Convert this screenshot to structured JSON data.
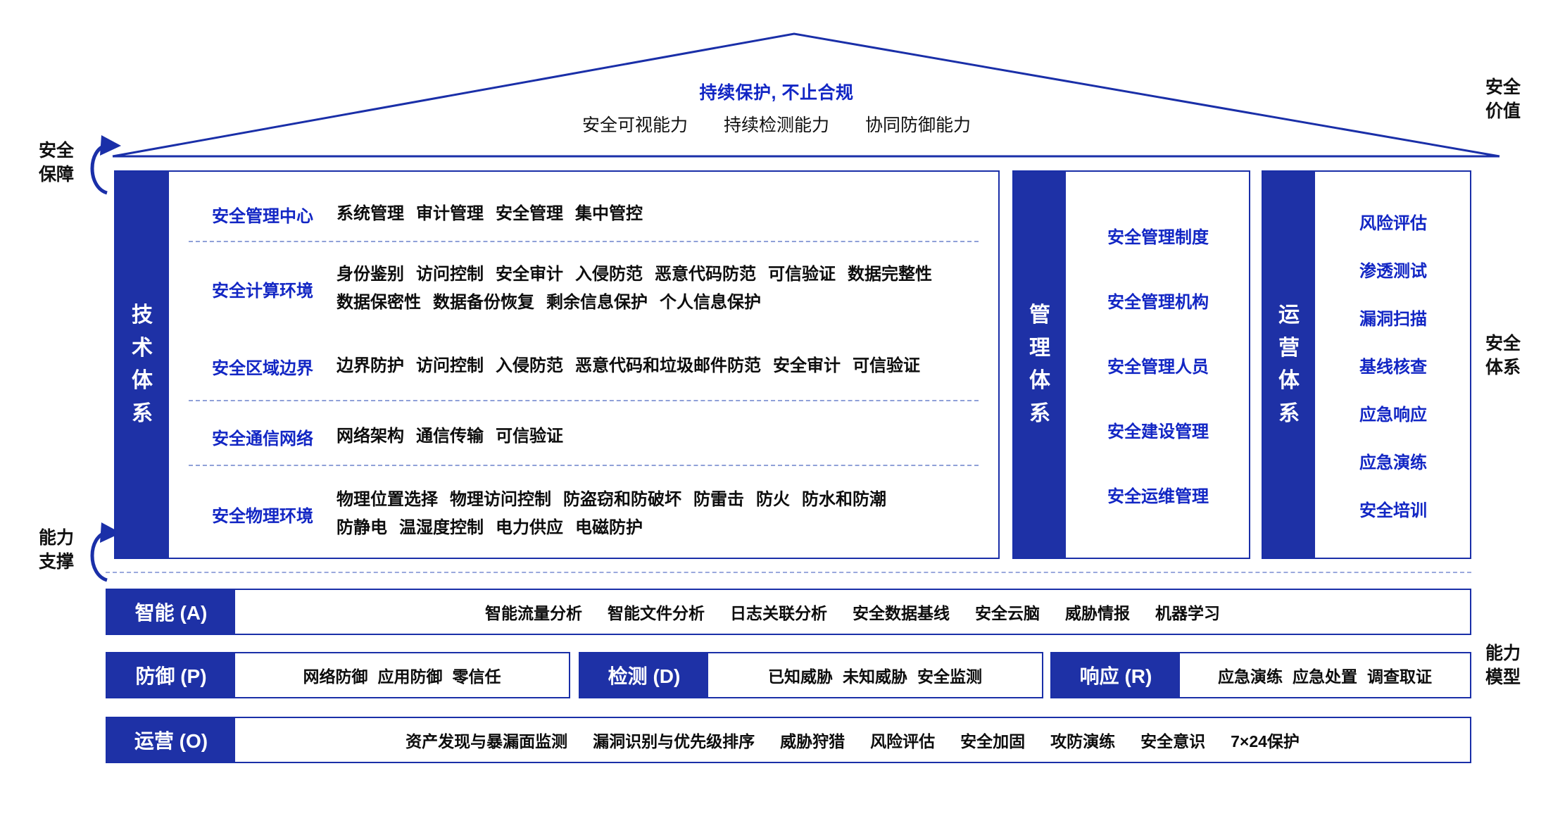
{
  "roof": {
    "title": "持续保护, 不止合规",
    "capabilities": [
      "安全可视能力",
      "持续检测能力",
      "协同防御能力"
    ]
  },
  "side_labels": {
    "security_guarantee": "安全\n保障",
    "capability_support": "能力\n支撑",
    "security_value": "安全\n价值",
    "security_system": "安全\n体系",
    "capability_model": "能力\n模型"
  },
  "technical_system": {
    "bar_label": "技术体系",
    "rows": [
      {
        "name": "安全管理中心",
        "lines": [
          [
            "系统管理",
            "审计管理",
            "安全管理",
            "集中管控"
          ]
        ]
      },
      {
        "name": "安全计算环境",
        "lines": [
          [
            "身份鉴别",
            "访问控制",
            "安全审计",
            "入侵防范",
            "恶意代码防范",
            "可信验证",
            "数据完整性"
          ],
          [
            "数据保密性",
            "数据备份恢复",
            "剩余信息保护",
            "个人信息保护"
          ]
        ]
      },
      {
        "name": "安全区域边界",
        "lines": [
          [
            "边界防护",
            "访问控制",
            "入侵防范",
            "恶意代码和垃圾邮件防范",
            "安全审计",
            "可信验证"
          ]
        ]
      },
      {
        "name": "安全通信网络",
        "lines": [
          [
            "网络架构",
            "通信传输",
            "可信验证"
          ]
        ]
      },
      {
        "name": "安全物理环境",
        "lines": [
          [
            "物理位置选择",
            "物理访问控制",
            "防盗窃和防破坏",
            "防雷击",
            "防火",
            "防水和防潮"
          ],
          [
            "防静电",
            "温湿度控制",
            "电力供应",
            "电磁防护"
          ]
        ]
      }
    ]
  },
  "management_system": {
    "bar_label": "管理体系",
    "items": [
      "安全管理制度",
      "安全管理机构",
      "安全管理人员",
      "安全建设管理",
      "安全运维管理"
    ]
  },
  "operation_system": {
    "bar_label": "运营体系",
    "items": [
      "风险评估",
      "渗透测试",
      "漏洞扫描",
      "基线核查",
      "应急响应",
      "应急演练",
      "安全培训"
    ]
  },
  "capability_model": {
    "rows": [
      {
        "tag": "智能 (A)",
        "items": [
          "智能流量分析",
          "智能文件分析",
          "日志关联分析",
          "安全数据基线",
          "安全云脑",
          "威胁情报",
          "机器学习"
        ]
      },
      {
        "tag": "防御 (P)",
        "items": [
          "网络防御",
          "应用防御",
          "零信任"
        ]
      },
      {
        "tag": "检测 (D)",
        "items": [
          "已知威胁",
          "未知威胁",
          "安全监测"
        ]
      },
      {
        "tag": "响应 (R)",
        "items": [
          "应急演练",
          "应急处置",
          "调查取证"
        ]
      },
      {
        "tag": "运营 (O)",
        "items": [
          "资产发现与暴漏面监测",
          "漏洞识别与优先级排序",
          "威胁狩猎",
          "风险评估",
          "安全加固",
          "攻防演练",
          "安全意识",
          "7×24保护"
        ]
      }
    ]
  },
  "colors": {
    "brand_blue": "#1e31a6",
    "accent_blue": "#1226c4",
    "line_blue": "#1a2fa8",
    "text_black": "#0d0d0d",
    "dashed_grey": "#8fa0d8"
  }
}
